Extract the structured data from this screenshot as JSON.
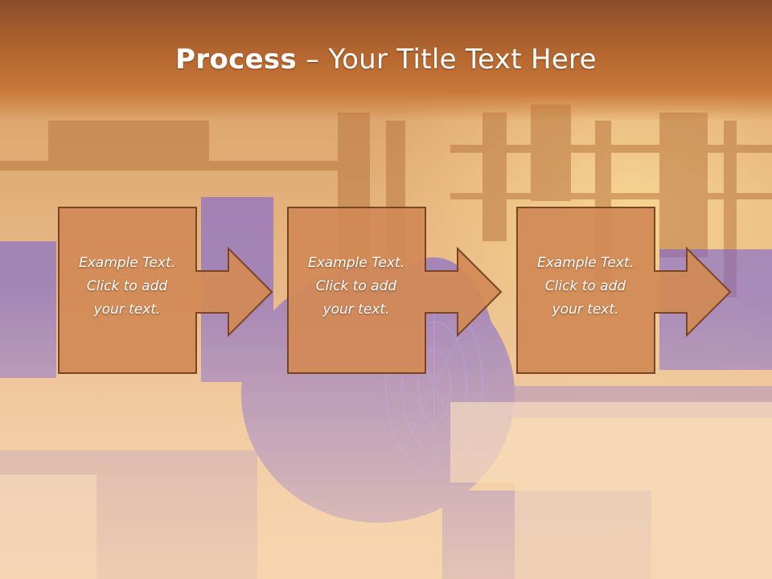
{
  "slide": {
    "title_bold": "Process",
    "title_rest": " – Your Title Text Here"
  },
  "process_steps": [
    {
      "text": "Example Text.\nClick  to add\nyour text."
    },
    {
      "text": "Example Text.\nClick  to add\nyour text."
    },
    {
      "text": "Example Text.\nClick  to add\nyour text."
    }
  ],
  "colors": {
    "header": "#b5672f",
    "box_fill": "#d28a55",
    "box_stroke": "#7a4523",
    "accent_violet": "#7a62d6"
  }
}
